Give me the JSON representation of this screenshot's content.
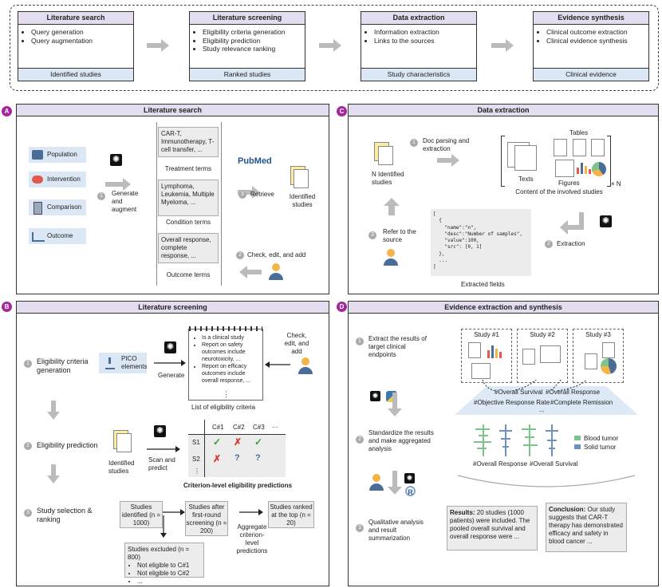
{
  "overview": {
    "stages": [
      {
        "title": "Literature search",
        "items": [
          "Query generation",
          "Query augmentation"
        ],
        "footer": "Identified studies"
      },
      {
        "title": "Literature screening",
        "items": [
          "Eligibility criteria generation",
          "Eligibility prediction",
          "Study relevance ranking"
        ],
        "footer": "Ranked studies"
      },
      {
        "title": "Data extraction",
        "items": [
          "Information extraction",
          "Links to the sources"
        ],
        "footer": "Study characteristics"
      },
      {
        "title": "Evidence synthesis",
        "items": [
          "Clinical outcome extraction",
          "Clinical evidence synthesis"
        ],
        "footer": "Clinical evidence"
      }
    ]
  },
  "panelA": {
    "badge": "A",
    "title": "Literature search",
    "pico": [
      "Population",
      "Intervention",
      "Comparison",
      "Outcome"
    ],
    "step1_num": "1",
    "step1": "Generate and augment",
    "terms": [
      {
        "text": "CAR-T, Immunotherapy, T-cell transfer, ...",
        "label": "Treatment terms"
      },
      {
        "text": "Lymphoma, Leukemia, Multiple Myeloma, ...",
        "label": "Condition terms"
      },
      {
        "text": "Overall response, complete response, ...",
        "label": "Outcome terms"
      }
    ],
    "step3_num": "3",
    "step3": "Retrieve",
    "pubmed": "PubMed",
    "identified": "Identified studies",
    "step2_num": "2",
    "step2": "Check, edit, and add"
  },
  "panelB": {
    "badge": "B",
    "title": "Literature screening",
    "s1_num": "1",
    "s1": "Eligibility criteria generation",
    "pico_elements": "PICO elements",
    "generate": "Generate",
    "criteria": [
      "Is a clinical study",
      "Report on safety outcomes include neurotoxicity, ...",
      "Report on efficacy outcomes include overall response, ..."
    ],
    "criteria_dots": "⋮",
    "criteria_label": "List of eligibility criteria",
    "check": "Check, edit, and add",
    "s2_num": "2",
    "s2": "Eligibility prediction",
    "identified": "Identified studies",
    "scan": "Scan and predict",
    "table": {
      "cols": [
        "C#1",
        "C#2",
        "C#3",
        "···"
      ],
      "rows": [
        {
          "label": "S1",
          "cells": [
            "✓",
            "✗",
            "✓"
          ]
        },
        {
          "label": "S2",
          "cells": [
            "✗",
            "?",
            "?"
          ]
        },
        {
          "label": "⋮",
          "cells": [
            "",
            "",
            ""
          ]
        }
      ]
    },
    "table_label": "Criterion-level eligibility predictions",
    "s3_num": "3",
    "s3": "Study selection & ranking",
    "box1": "Studies identified (n = 1000)",
    "box2": "Studies after first-round screening (n = 200)",
    "box3": "Studies ranked at the top (n = 20)",
    "aggregate": "Aggregate criterion-level predictions",
    "excluded_title": "Studies excluded (n = 800)",
    "excluded_items": [
      "Not eligible to C#1",
      "Not eligible to C#2",
      "..."
    ]
  },
  "panelC": {
    "badge": "C",
    "title": "Data extraction",
    "n_identified": "N Identified studies",
    "step1_num": "1",
    "step1": "Doc parsing and extraction",
    "tables": "Tables",
    "texts": "Texts",
    "figures": "Figures",
    "times_n": "× N",
    "content_label": "Content of the involved studies",
    "json": [
      "[",
      "  {",
      "    \"name\":\"n\",",
      "    \"desc\":\"Number of samples\",",
      "    \"value\":100,",
      "    \"src\": [0, 1]",
      "  },",
      "  ...",
      "]"
    ],
    "fields_label": "Extracted fields",
    "step2_num": "2",
    "step2": "Extraction",
    "step3_num": "3",
    "step3": "Refer to the source"
  },
  "panelD": {
    "badge": "D",
    "title": "Evidence extraction and synthesis",
    "step1_num": "1",
    "step1": "Extract the results of target clinical endpoints",
    "studies": [
      "Study #1",
      "Study #2",
      "Study #3"
    ],
    "tags": [
      "#Overall Survival",
      "#Overall Response",
      "#Objective Response Rate",
      "#Complete Remission",
      "..."
    ],
    "step2_num": "2",
    "step2": "Standardize the results and make aggregated analysis",
    "legend": [
      {
        "label": "Blood tumor",
        "color": "#7cc48a"
      },
      {
        "label": "Solid tumor",
        "color": "#6f8fbf"
      }
    ],
    "forest_labels": [
      "#Overall Response",
      "#Overall Survival"
    ],
    "step3_num": "3",
    "step3": "Qualitative analysis and result summarization",
    "results_bold": "Results:",
    "results_text": " 20 studies (1000 patients) were included. The pooled overall survival and overall response were ...",
    "conclusion_bold": "Conclusion:",
    "conclusion_text": " Our study suggests that CAR-T therapy has demonstrated efficacy and safety in blood cancer ..."
  }
}
